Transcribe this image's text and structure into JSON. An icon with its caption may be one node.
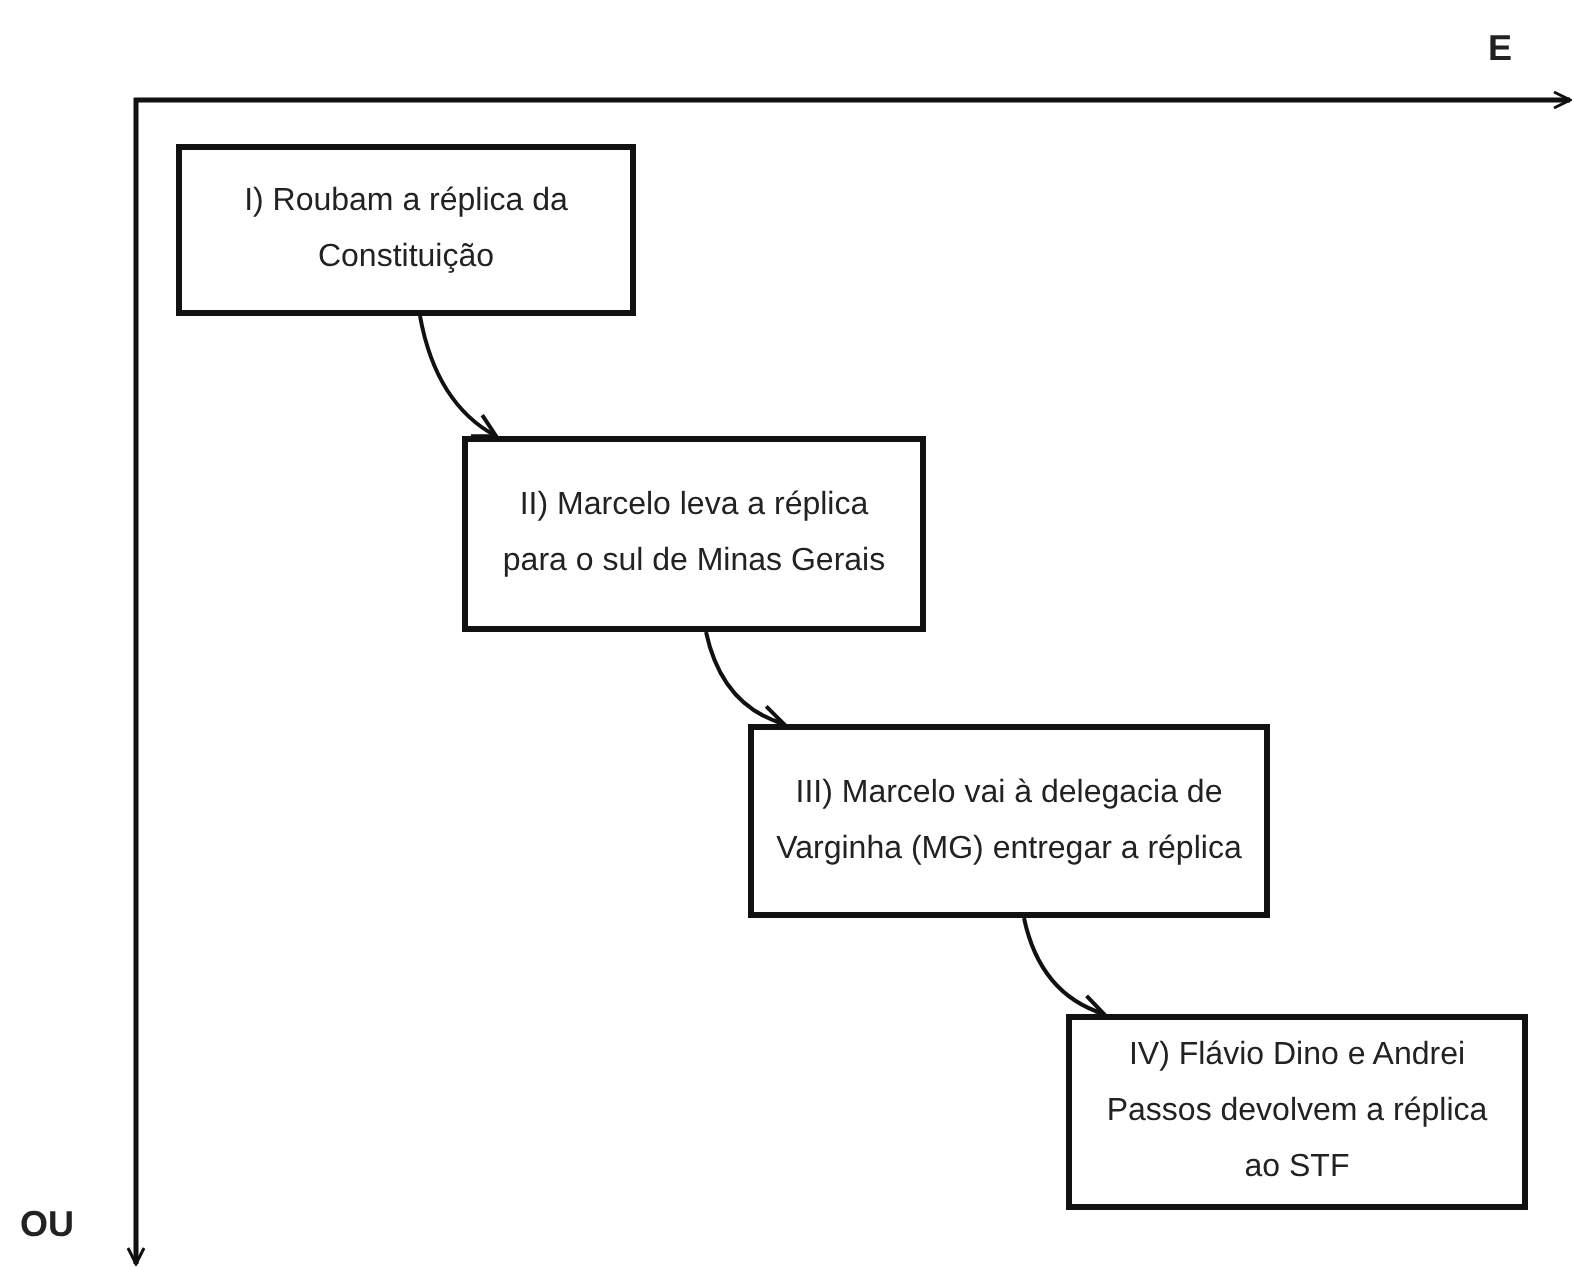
{
  "diagram": {
    "nodes": [
      {
        "text": [
          "I) Roubam a réplica da Constituição"
        ]
      },
      {
        "text": [
          "II) Marcelo leva a réplica para o sul de Minas Gerais"
        ]
      },
      {
        "text": [
          "III) Marcelo vai à delegacia de Varginha (MG) entregar a réplica"
        ]
      },
      {
        "text": [
          "IV) Flávio Dino e Andrei Passos devolvem a réplica ao STF"
        ]
      }
    ],
    "edges": [
      {
        "from": 0,
        "to": 1,
        "arrow": "to"
      },
      {
        "from": 1,
        "to": 2,
        "arrow": "to"
      },
      {
        "from": 2,
        "to": 3,
        "arrow": "to"
      }
    ],
    "labels": [
      "E",
      "OU"
    ]
  }
}
